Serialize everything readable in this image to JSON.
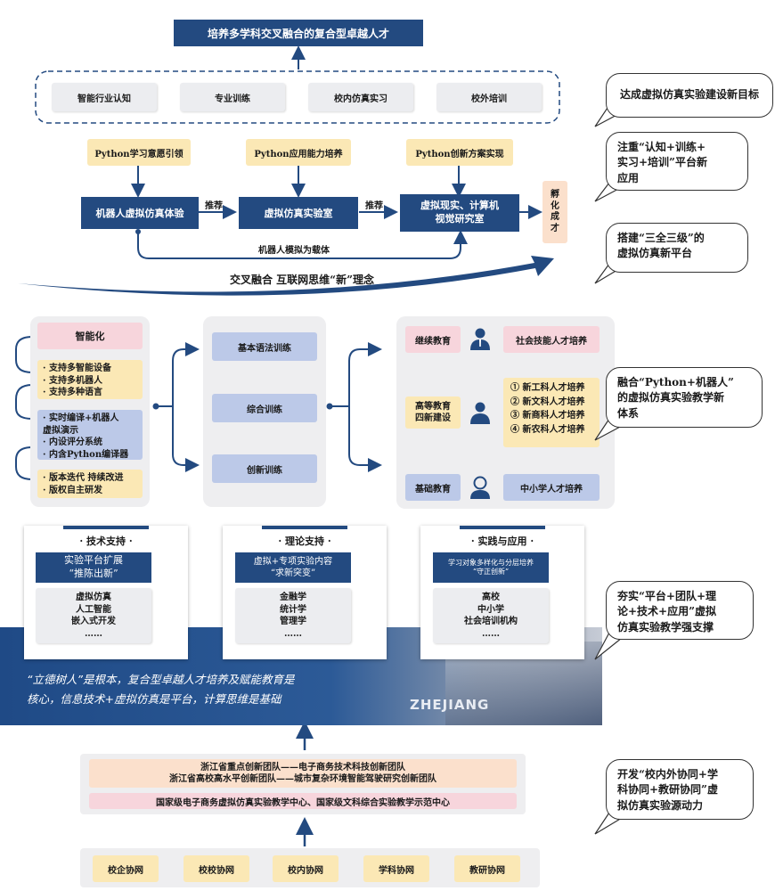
{
  "top_goal": "培养多学科交叉融合的复合型卓越人才",
  "dashed_items": [
    "智能行业认知",
    "专业训练",
    "校内仿真实习",
    "校外培训"
  ],
  "python_labels": [
    "Python学习意愿引领",
    "Python应用能力培养",
    "Python创新方案实现"
  ],
  "lab_boxes": [
    "机器人虚拟仿真体验",
    "虚拟仿真实验室",
    "虚拟现实、计算机\n视觉研究室"
  ],
  "recommend": "推荐",
  "incubate": "孵\n化\n成\n才",
  "carrier": "机器人模拟为载体",
  "concept": "交叉融合 互联网思维“新”理念",
  "left_col": {
    "intelligent": "智能化",
    "support": "· 支持多智能设备\n· 支持多机器人\n· 支持多种语言",
    "compile": "· 实时编译+机器人\n  虚拟演示\n· 内设评分系统\n· 内含Python编译器",
    "version": "· 版本迭代 持续改进\n· 版权自主研发"
  },
  "training": [
    "基本语法训练",
    "综合训练",
    "创新训练"
  ],
  "education": [
    {
      "label": "继续教育",
      "talent": "社会技能人才培养"
    },
    {
      "label": "高等教育\n四新建设",
      "talent": "① 新工科人才培养\n② 新文科人才培养\n③ 新商科人才培养\n④ 新农科人才培养"
    },
    {
      "label": "基础教育",
      "talent": "中小学人才培养"
    }
  ],
  "cards": [
    {
      "title": "· 技术支持 ·",
      "sub": "实验平台扩展\n“推陈出新”",
      "body": "虚拟仿真\n人工智能\n嵌入式开发\n……"
    },
    {
      "title": "· 理论支持 ·",
      "sub": "虚拟+专项实验内容\n“求新突变”",
      "body": "金融学\n统计学\n管理学\n……"
    },
    {
      "title": "· 实践与应用 ·",
      "sub": "学习对象多样化与分层培养\n“守正创新”",
      "body": "高校\n中小学\n社会培训机构\n……"
    }
  ],
  "banner_text": "“立德树人”是根本，复合型卓越人才培养及赋能教育是\n核心，信息技术+虚拟仿真是平台，计算思维是基础",
  "building_text": "ZHEJIANG",
  "teams": "浙江省重点创新团队——电子商务技术科技创新团队\n浙江省高校高水平创新团队——城市复杂环境智能驾驶研究创新团队",
  "centers": "国家级电子商务虚拟仿真实验教学中心、国家级文科综合实验教学示范中心",
  "networks": [
    "校企协网",
    "校校协网",
    "校内协网",
    "学科协网",
    "教研协网"
  ],
  "callouts": [
    "达成虚拟仿真实验建设新目标",
    "注重“认知+训练+\n实习+培训”平台新\n应用",
    "搭建“三全三级”的\n虚拟仿真新平台",
    "融合“Python+机器人”\n的虚拟仿真实验教学新\n体系",
    "夯实“平台+团队+理\n论+技术+应用”虚拟\n仿真实验教学强支撑",
    "开发“校内外协同+学\n科协同+教研协同”虚\n拟仿真实验源动力"
  ],
  "colors": {
    "navy": "#234a80",
    "yellow": "#fbe8b5",
    "pink": "#f7d5dc",
    "blue": "#bcc9e8",
    "gray": "#ecedf0"
  }
}
